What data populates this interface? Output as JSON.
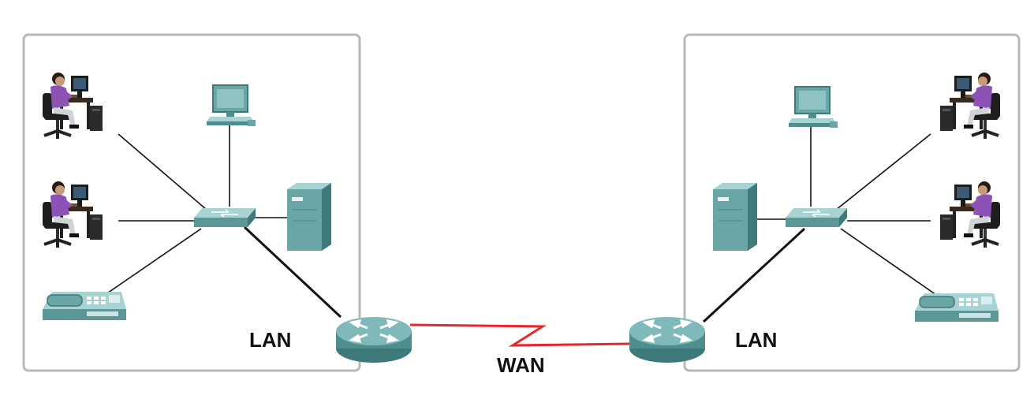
{
  "diagram": {
    "left_lan": {
      "label": "LAN",
      "devices": [
        "user-workstation",
        "user-workstation",
        "ip-phone",
        "desktop-pc",
        "server",
        "switch",
        "router"
      ]
    },
    "right_lan": {
      "label": "LAN",
      "devices": [
        "desktop-pc",
        "user-workstation",
        "user-workstation",
        "ip-phone",
        "server",
        "switch",
        "router"
      ]
    },
    "wan": {
      "label": "WAN",
      "link_color": "#e8262a"
    },
    "colors": {
      "device_teal": "#6aa6a6",
      "device_teal_dark": "#3f7a7a",
      "device_teal_light": "#a9d3d3",
      "link": "#111111",
      "panel_border": "#b9b9b9",
      "person_shirt": "#8c52b5"
    }
  }
}
